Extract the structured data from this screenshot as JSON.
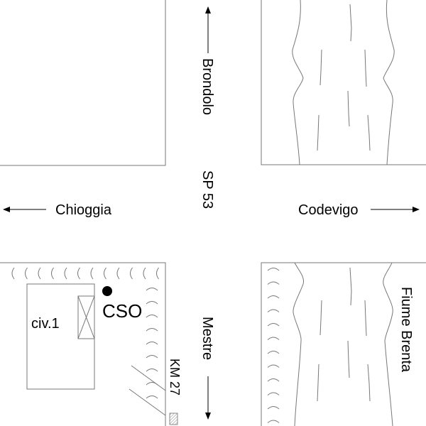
{
  "labels": {
    "north": "Brondolo",
    "road": "SP 53",
    "west": "Chioggia",
    "east": "Codevigo",
    "south": "Mestre",
    "river": "Fiume Brenta",
    "building": "civ.1",
    "point": "CSO",
    "km_marker": "KM 27"
  },
  "colors": {
    "lines": "#777777",
    "text": "#000000",
    "point": "#000000"
  }
}
